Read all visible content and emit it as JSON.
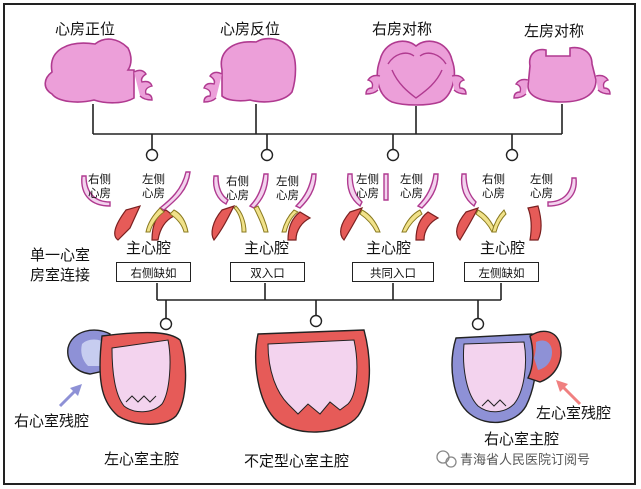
{
  "top_titles": [
    "心房正位",
    "心房反位",
    "右房对称",
    "左房对称"
  ],
  "atrium_labels": [
    "右侧\n心房",
    "左侧\n心房",
    "右侧\n心房",
    "左侧\n心房",
    "左侧\n心房",
    "左侧\n心房",
    "右侧\n心房",
    "左侧\n心房"
  ],
  "side_label": [
    "单一心室",
    "房室连接"
  ],
  "main_chamber_label": "主心腔",
  "connection_types": [
    "右侧缺如",
    "双入口",
    "共同入口",
    "左侧缺如"
  ],
  "bottom_titles": [
    "左心室主腔",
    "不定型心室主腔",
    "右心室主腔"
  ],
  "residual_labels": [
    "右心室残腔",
    "左心室残腔"
  ],
  "watermark": "青海省人民医院订阅号",
  "colors": {
    "atrium_fill": "#ec9fd9",
    "atrium_stroke": "#b03a90",
    "myocardium": "#e65b58",
    "cavity": "#f3d3ee",
    "residual": "#8e91d6",
    "valve": "#f1e28a"
  }
}
